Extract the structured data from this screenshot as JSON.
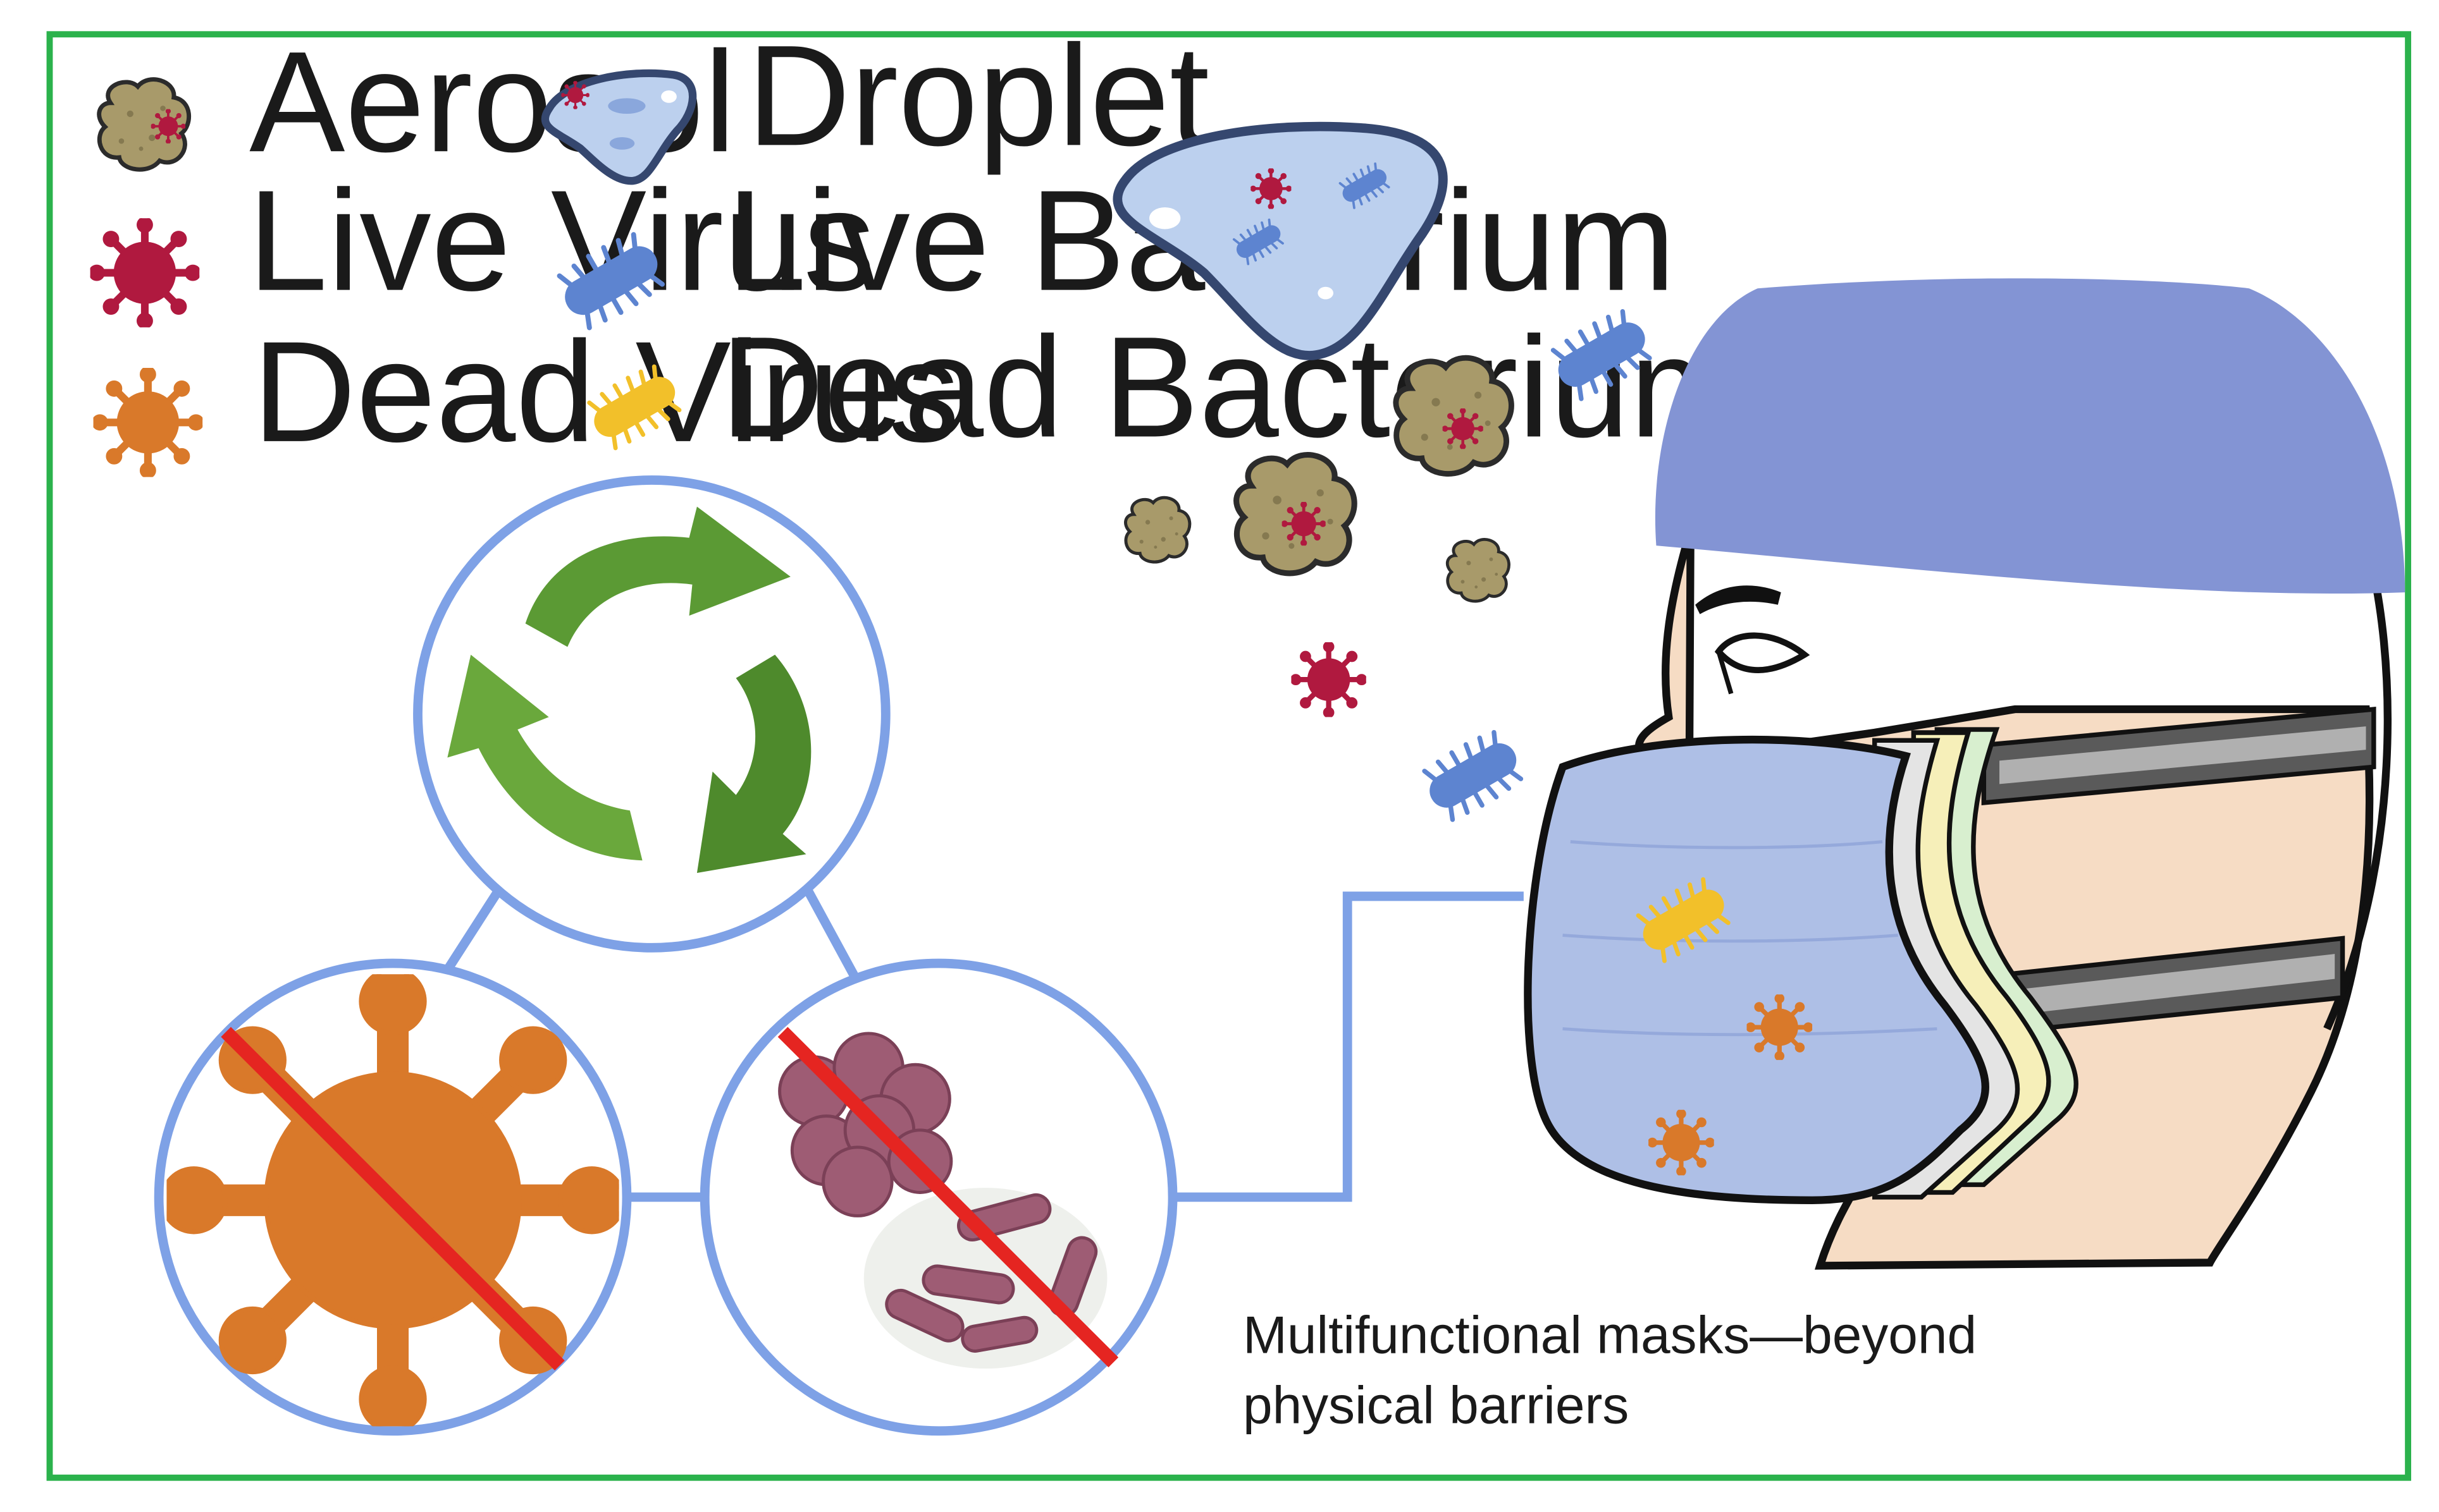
{
  "legend": {
    "items": [
      {
        "label": "Aerosol",
        "icon": "aerosol-icon"
      },
      {
        "label": "Droplet",
        "icon": "droplet-icon"
      },
      {
        "label": "Live Virus",
        "icon": "live-virus-icon"
      },
      {
        "label": "Live Bacterium",
        "icon": "live-bacterium-icon"
      },
      {
        "label": "Dead Virus",
        "icon": "dead-virus-icon"
      },
      {
        "label": "Dead Bacterium",
        "icon": "dead-bacterium-icon"
      }
    ]
  },
  "caption": {
    "line1": "Multifunctional masks—beyond",
    "line2": "physical barriers"
  },
  "colors": {
    "frame_border": "#2bb24c",
    "aerosol": "#a89a6a",
    "droplet_fill": "#bcd0ee",
    "droplet_stroke": "#35476f",
    "live_virus": "#b0193f",
    "live_bacterium": "#5d84d0",
    "dead_virus": "#d9792a",
    "dead_bacterium": "#f2c02a",
    "recycle_green": "#5b9a34",
    "circle_outline": "#7ea1e6",
    "prohibition_red": "#e52521",
    "mask_fill": "#aebfe6",
    "cap_fill": "#8394d4",
    "skin": "#f6dcc4",
    "strap": "#5a5a5a",
    "connector_line": "#7ea1e6"
  }
}
